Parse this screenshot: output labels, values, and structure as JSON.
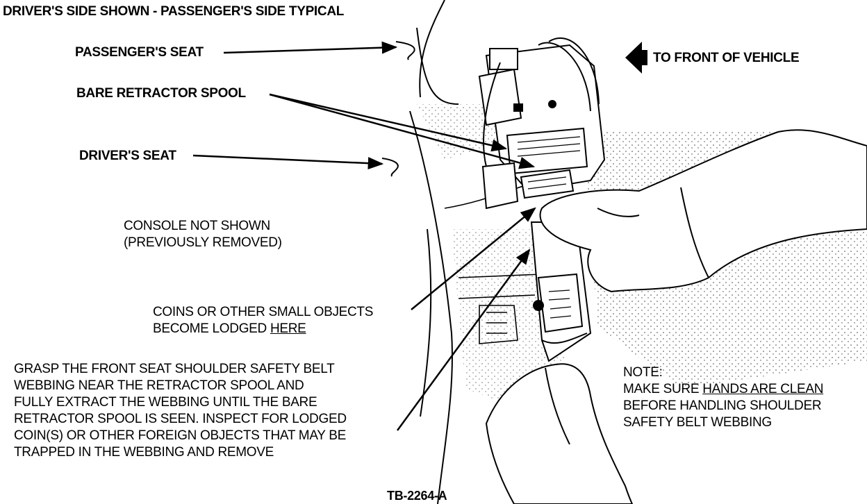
{
  "header": {
    "title": "DRIVER'S SIDE SHOWN - PASSENGER'S SIDE TYPICAL"
  },
  "labels": {
    "passenger_seat": "PASSENGER'S SEAT",
    "bare_spool": "BARE RETRACTOR SPOOL",
    "driver_seat": "DRIVER'S SEAT",
    "to_front": "TO FRONT OF VEHICLE",
    "console_line1": "CONSOLE NOT SHOWN",
    "console_line2": "(PREVIOUSLY REMOVED)",
    "coins_line1": "COINS OR OTHER SMALL OBJECTS",
    "coins_line2_prefix": "BECOME LODGED ",
    "coins_line2_emph": "HERE"
  },
  "instructions": {
    "lines": [
      "GRASP THE FRONT SEAT SHOULDER SAFETY BELT",
      "WEBBING NEAR THE RETRACTOR SPOOL AND",
      "FULLY EXTRACT THE WEBBING UNTIL THE BARE",
      "RETRACTOR SPOOL IS SEEN. INSPECT FOR LODGED",
      "COIN(S) OR OTHER FOREIGN OBJECTS THAT MAY BE",
      "TRAPPED IN THE WEBBING AND REMOVE"
    ]
  },
  "note": {
    "heading": "NOTE:",
    "line1_prefix": "MAKE SURE ",
    "line1_emph": "HANDS ARE CLEAN",
    "line2": "BEFORE HANDLING SHOULDER",
    "line3": "SAFETY BELT WEBBING"
  },
  "figure_id": "TB-2264-A"
}
